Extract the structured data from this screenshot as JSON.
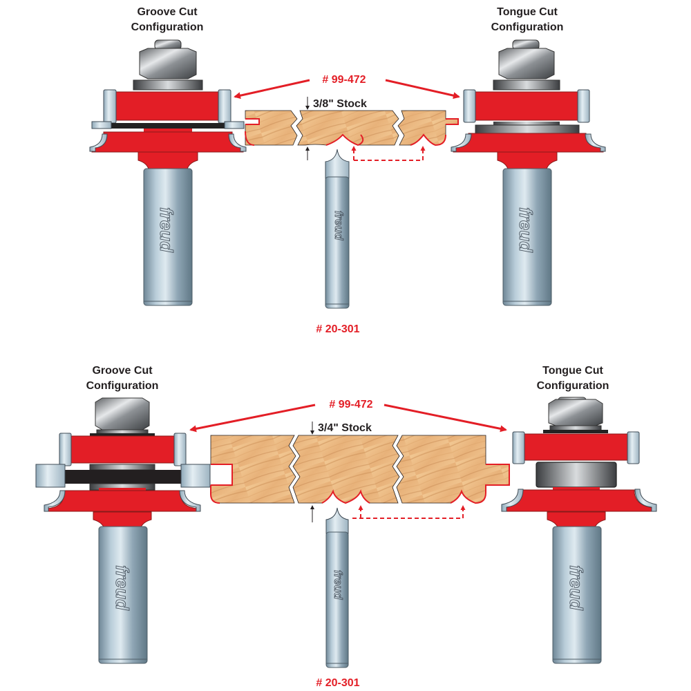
{
  "colors": {
    "red": "#e31e26",
    "steel": "#9fb6c6",
    "wood": "#e9b57f",
    "dark": "#231f20"
  },
  "top": {
    "left_label_line1": "Groove Cut",
    "left_label_line2": "Configuration",
    "right_label_line1": "Tongue Cut",
    "right_label_line2": "Configuration",
    "bit_set_part": "# 99-472",
    "stock_label": "3/8\" Stock",
    "bead_bit_part": "# 20-301",
    "brand": "freud"
  },
  "bottom": {
    "left_label_line1": "Groove Cut",
    "left_label_line2": "Configuration",
    "right_label_line1": "Tongue Cut",
    "right_label_line2": "Configuration",
    "bit_set_part": "# 99-472",
    "stock_label": "3/4\" Stock",
    "bead_bit_part": "# 20-301",
    "brand": "freud"
  },
  "icons": {
    "arrow": "arrow-icon",
    "nut": "hex-nut-icon"
  }
}
